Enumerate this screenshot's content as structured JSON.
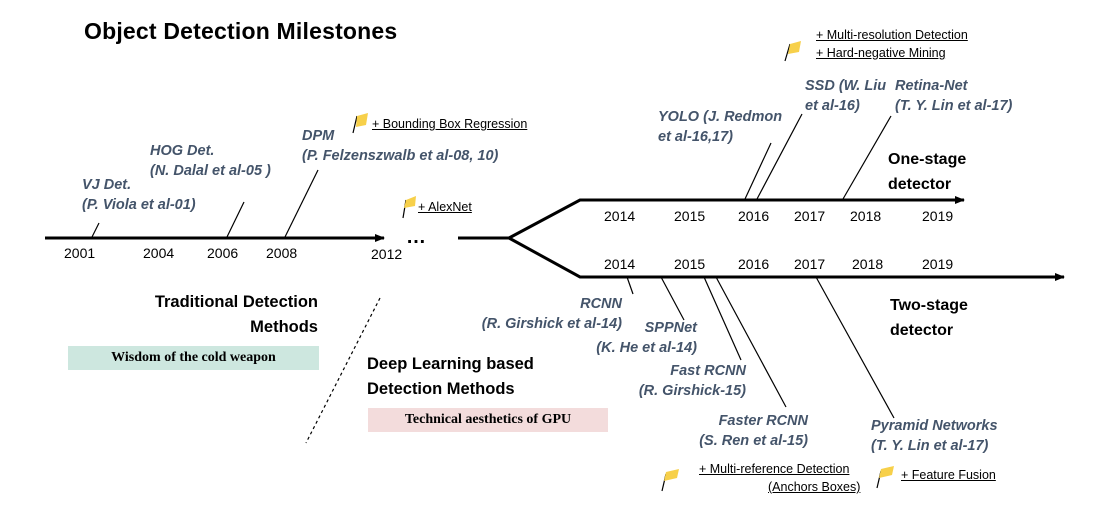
{
  "title": "Object Detection Milestones",
  "colors": {
    "method_text": "#44546a",
    "flag": "#f7d04a",
    "banner_green": "#cde7df",
    "banner_pink": "#f3dcdc"
  },
  "traditional": {
    "years": [
      "2001",
      "2004",
      "2006",
      "2008",
      "2012"
    ],
    "ellipsis": "…",
    "methods": [
      {
        "name": "VJ Det.",
        "ref": "(P. Viola et al-01)"
      },
      {
        "name": "HOG Det.",
        "ref": "(N. Dalal et al-05 )"
      },
      {
        "name": "DPM",
        "ref": "(P. Felzenszwalb et al-08, 10)"
      }
    ],
    "notes": {
      "bbox_regression": "+ Bounding Box Regression",
      "alexnet": "+ AlexNet"
    }
  },
  "one_stage": {
    "label_line1": "One-stage",
    "label_line2": "detector",
    "years": [
      "2014",
      "2015",
      "2016",
      "2017",
      "2018",
      "2019"
    ],
    "methods": [
      {
        "name": "YOLO (J. Redmon",
        "ref": "et al-16,17)"
      },
      {
        "name": "SSD (W. Liu",
        "ref": "et al-16)"
      },
      {
        "name": "Retina-Net",
        "ref": "(T. Y. Lin et al-17)"
      }
    ],
    "notes": {
      "multi_resolution": "+ Multi-resolution Detection",
      "hard_negative": "+ Hard-negative Mining"
    }
  },
  "two_stage": {
    "label_line1": "Two-stage",
    "label_line2": "detector",
    "years": [
      "2014",
      "2015",
      "2016",
      "2017",
      "2018",
      "2019"
    ],
    "methods": [
      {
        "name": "RCNN",
        "ref": "(R. Girshick et al-14)"
      },
      {
        "name": "SPPNet",
        "ref": "(K. He et al-14)"
      },
      {
        "name": "Fast RCNN",
        "ref": "(R. Girshick-15)"
      },
      {
        "name": "Faster RCNN",
        "ref": "(S. Ren et al-15)"
      },
      {
        "name": "Pyramid Networks",
        "ref": "(T. Y. Lin et al-17)"
      }
    ],
    "notes": {
      "multi_reference": "+ Multi-reference Detection",
      "anchors": "(Anchors Boxes)",
      "feature_fusion": "+ Feature Fusion"
    }
  },
  "categories": {
    "traditional_line1": "Traditional Detection",
    "traditional_line2": "Methods",
    "traditional_banner": "Wisdom of the cold weapon",
    "deep_line1": "Deep Learning based",
    "deep_line2": "Detection Methods",
    "deep_banner": "Technical aesthetics of GPU"
  }
}
